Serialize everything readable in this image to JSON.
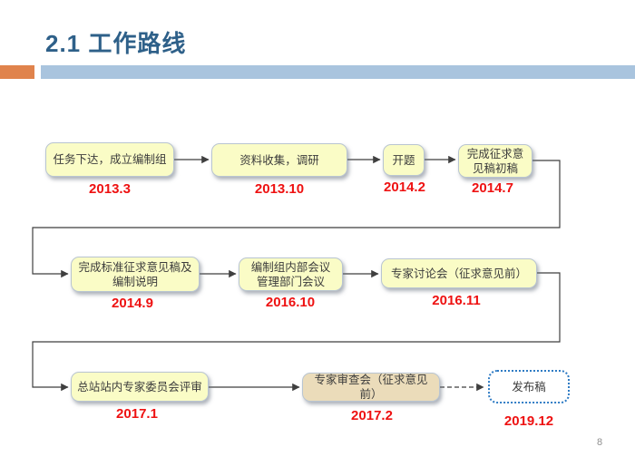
{
  "slide": {
    "title": "2.1  工作路线",
    "page_number": "8",
    "colors": {
      "title_blue": "#2e6089",
      "accent_orange": "#e0834c",
      "accent_band_blue": "#a9c4de",
      "box_fill_yellow": "#fafcc6",
      "box_fill_tan": "#ebdcba",
      "box_border": "#b9c5d1",
      "date_red": "#ee1111",
      "connector_gray": "#3f3f3f",
      "dotted_border_blue": "#2e7bc4"
    }
  },
  "flowchart": {
    "nodes": [
      {
        "label": "任务下达，成立编制组",
        "date": "2013.3"
      },
      {
        "label": "资料收集，调研",
        "date": "2013.10"
      },
      {
        "label": "开题",
        "date": "2014.2"
      },
      {
        "label": "完成征求意\n见稿初稿",
        "date": "2014.7"
      },
      {
        "label": "完成标准征求意见稿及\n编制说明",
        "date": "2014.9"
      },
      {
        "label": "编制组内部会议\n管理部门会议",
        "date": "2016.10"
      },
      {
        "label": "专家讨论会（征求意见前）",
        "date": "2016.11"
      },
      {
        "label": "总站站内专家委员会评审",
        "date": "2017.1"
      },
      {
        "label": "专家审查会（征求意见前）",
        "date": "2017.2"
      },
      {
        "label": "发布稿",
        "date": "2019.12"
      }
    ]
  }
}
